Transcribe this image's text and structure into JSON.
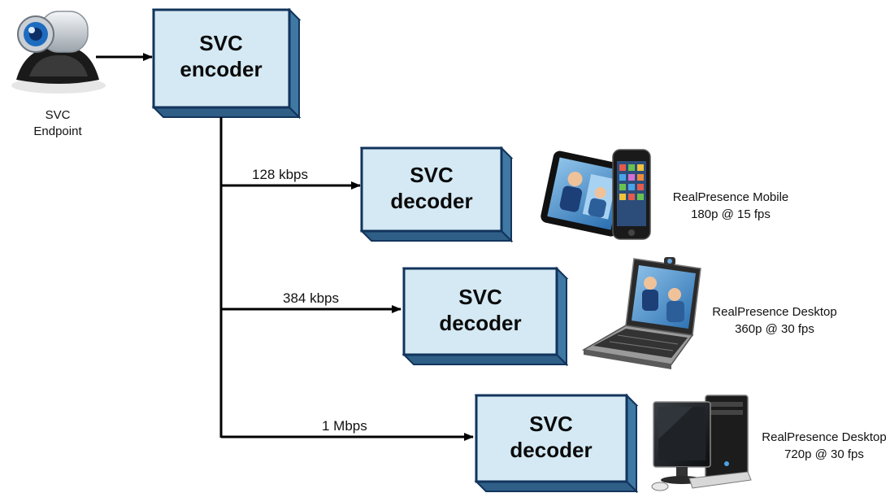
{
  "source": {
    "label_line1": "SVC",
    "label_line2": "Endpoint",
    "icon": "video-camera-icon"
  },
  "encoder": {
    "line1": "SVC",
    "line2": "encoder"
  },
  "decoders": [
    {
      "line1": "SVC",
      "line2": "decoder",
      "bitrate": "128 kbps",
      "device_icon": "tablet-phone-icon",
      "caption_line1": "RealPresence Mobile",
      "caption_line2": "180p @ 15 fps"
    },
    {
      "line1": "SVC",
      "line2": "decoder",
      "bitrate": "384 kbps",
      "device_icon": "laptop-icon",
      "caption_line1": "RealPresence Desktop",
      "caption_line2": "360p @ 30 fps"
    },
    {
      "line1": "SVC",
      "line2": "decoder",
      "bitrate": "1 Mbps",
      "device_icon": "desktop-pc-icon",
      "caption_line1": "RealPresence Desktop",
      "caption_line2": "720p @ 30 fps"
    }
  ],
  "colors": {
    "box_fill": "#d4e9f3",
    "box_side": "#3f78a3",
    "box_border": "#12345c",
    "line": "#000000"
  }
}
